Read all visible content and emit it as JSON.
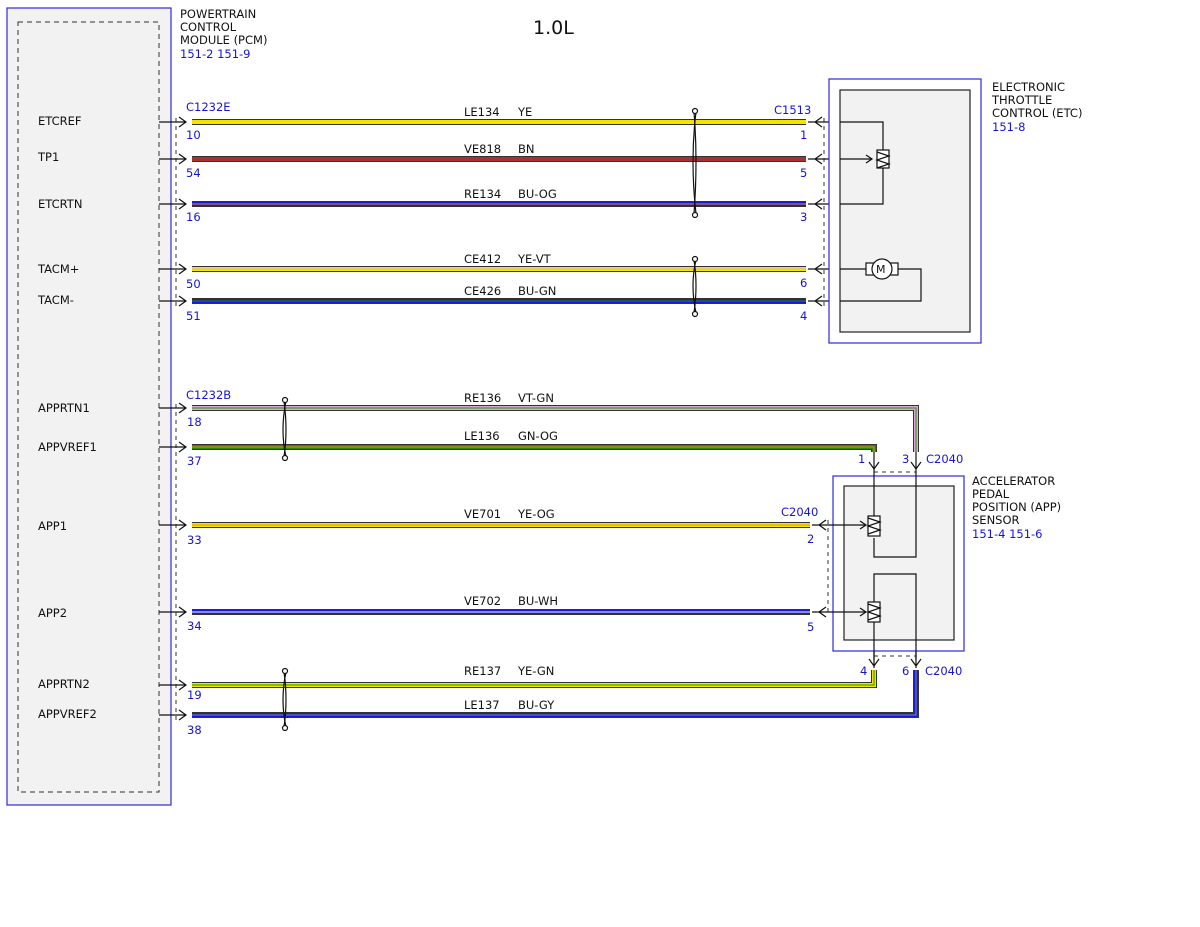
{
  "title": "1.0L",
  "pcm": {
    "name_lines": [
      "POWERTRAIN",
      "CONTROL",
      "MODULE (PCM)"
    ],
    "refs": "151-2  151-9",
    "pins": [
      {
        "id": "etcref",
        "label": "ETCREF"
      },
      {
        "id": "tp1",
        "label": "TP1"
      },
      {
        "id": "etcrtn",
        "label": "ETCRTN"
      },
      {
        "id": "tacm-plus",
        "label": "TACM+"
      },
      {
        "id": "tacm-minus",
        "label": "TACM-"
      },
      {
        "id": "apprtn1",
        "label": "APPRTN1"
      },
      {
        "id": "appvref1",
        "label": "APPVREF1"
      },
      {
        "id": "app1",
        "label": "APP1"
      },
      {
        "id": "app2",
        "label": "APP2"
      },
      {
        "id": "apprtn2",
        "label": "APPRTN2"
      },
      {
        "id": "appvref2",
        "label": "APPVREF2"
      }
    ]
  },
  "etc": {
    "name_lines": [
      "ELECTRONIC",
      "THROTTLE",
      "CONTROL (ETC)"
    ],
    "refs": "151-8"
  },
  "app_sensor": {
    "name_lines": [
      "ACCELERATOR",
      "PEDAL",
      "POSITION (APP)",
      "SENSOR"
    ],
    "refs": "151-4  151-6"
  },
  "connectors": {
    "pcm_e": "C1232E",
    "pcm_b": "C1232B",
    "etc": "C1513",
    "app_a": "C2040",
    "app_b": "C2040",
    "app_c": "C2040"
  },
  "wires": [
    {
      "circuit": "LE134",
      "color": "YE",
      "pcm_pin": "10",
      "far_pin": "1"
    },
    {
      "circuit": "VE818",
      "color": "BN",
      "pcm_pin": "54",
      "far_pin": "5"
    },
    {
      "circuit": "RE134",
      "color": "BU-OG",
      "pcm_pin": "16",
      "far_pin": "3"
    },
    {
      "circuit": "CE412",
      "color": "YE-VT",
      "pcm_pin": "50",
      "far_pin": "6"
    },
    {
      "circuit": "CE426",
      "color": "BU-GN",
      "pcm_pin": "51",
      "far_pin": "4"
    },
    {
      "circuit": "RE136",
      "color": "VT-GN",
      "pcm_pin": "18",
      "far_pin": "3"
    },
    {
      "circuit": "LE136",
      "color": "GN-OG",
      "pcm_pin": "37",
      "far_pin": "1"
    },
    {
      "circuit": "VE701",
      "color": "YE-OG",
      "pcm_pin": "33",
      "far_pin": "2"
    },
    {
      "circuit": "VE702",
      "color": "BU-WH",
      "pcm_pin": "34",
      "far_pin": "5"
    },
    {
      "circuit": "RE137",
      "color": "YE-GN",
      "pcm_pin": "19",
      "far_pin": "4"
    },
    {
      "circuit": "LE137",
      "color": "BU-GY",
      "pcm_pin": "38",
      "far_pin": "6"
    }
  ],
  "colors": {
    "component_outline": "#2b2bd6",
    "label_blue": "#1515d0",
    "YE": "#f2e600",
    "BN": "#a83232",
    "BU": "#1a1ad6",
    "VT": "#d9a8d9",
    "GN": "#2e8a00"
  }
}
